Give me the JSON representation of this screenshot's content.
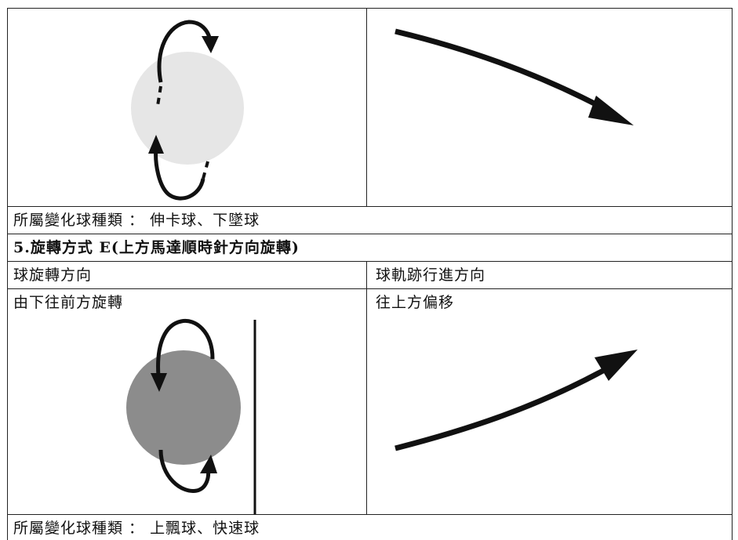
{
  "section_a": {
    "category_label": "所屬變化球種類 ： 伸卡球、下墜球",
    "ball_color": "#e6e6e6"
  },
  "section_e": {
    "heading": "5.旋轉方式 E(上方馬達順時針方向旋轉)",
    "col_left_header": "球旋轉方向",
    "col_right_header": "球軌跡行進方向",
    "rotation_desc": "由下往前方旋轉",
    "trajectory_desc": "往上方偏移",
    "category_label": "所屬變化球種類 ： 上飄球、快速球",
    "ball_color": "#8c8c8c"
  },
  "colors": {
    "border": "#222222",
    "arrow": "#111111"
  }
}
